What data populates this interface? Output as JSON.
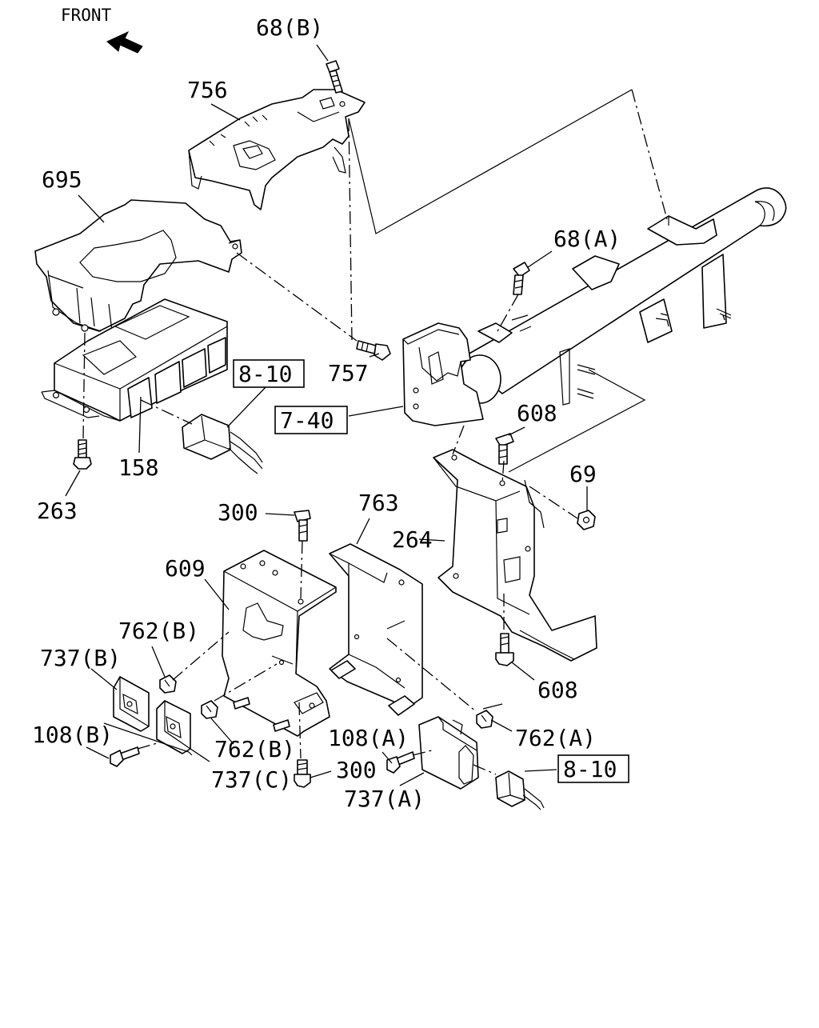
{
  "front_label": "FRONT",
  "parts": {
    "p68b": "68(B)",
    "p756": "756",
    "p695": "695",
    "p68a": "68(A)",
    "p757": "757",
    "p810a": "8-10",
    "p740": "7-40",
    "p608a": "608",
    "p69": "69",
    "p158": "158",
    "p263": "263",
    "p300a": "300",
    "p763": "763",
    "p264": "264",
    "p609": "609",
    "p762b1": "762(B)",
    "p737b": "737(B)",
    "p608b": "608",
    "p108b": "108(B)",
    "p762b2": "762(B)",
    "p108a": "108(A)",
    "p762a": "762(A)",
    "p300b": "300",
    "p810b": "8-10",
    "p737c": "737(C)",
    "p737a": "737(A)"
  }
}
